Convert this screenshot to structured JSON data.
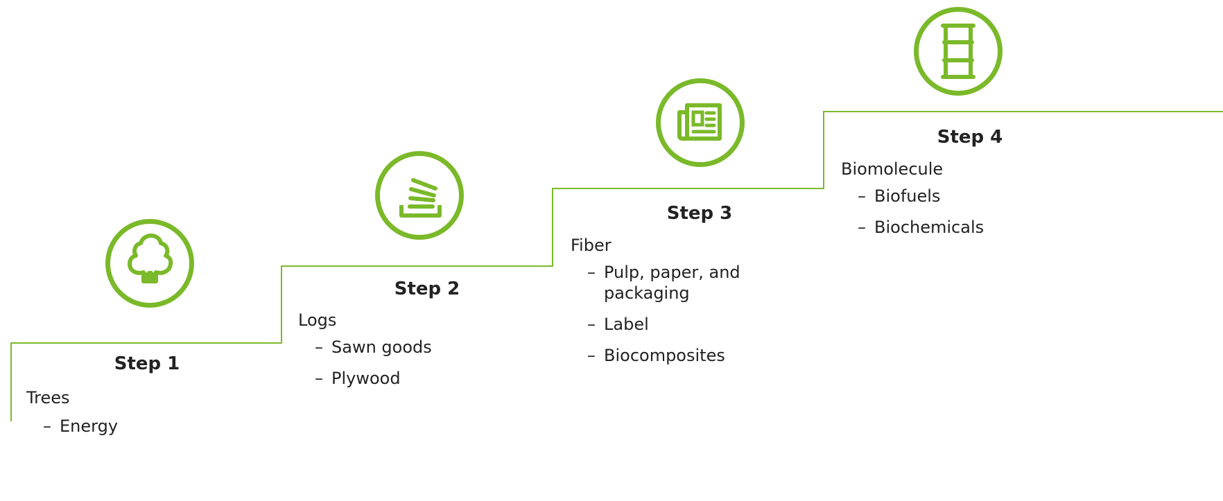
{
  "colors": {
    "accent": "#7ab929",
    "text": "#222222"
  },
  "steps": [
    {
      "title": "Step 1",
      "icon": "tree-icon",
      "heading": "Trees",
      "items": [
        "Energy"
      ]
    },
    {
      "title": "Step 2",
      "icon": "stacked-logs-icon",
      "heading": "Logs",
      "items": [
        "Sawn goods",
        "Plywood"
      ]
    },
    {
      "title": "Step 3",
      "icon": "newspaper-icon",
      "heading": "Fiber",
      "items": [
        "Pulp, paper, and packaging",
        "Label",
        "Biocomposites"
      ]
    },
    {
      "title": "Step 4",
      "icon": "barrel-icon",
      "heading": "Biomolecule",
      "items": [
        "Biofuels",
        "Biochemicals"
      ]
    }
  ]
}
